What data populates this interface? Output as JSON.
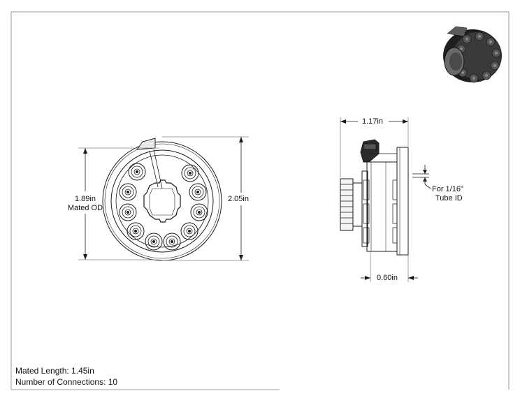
{
  "front_view": {
    "mated_od_value": "1.89in",
    "mated_od_label": "Mated OD",
    "overall_od_value": "2.05in"
  },
  "side_view": {
    "length_value": "1.17in",
    "flange_value": "0.60in",
    "tube_note_line1": "For 1/16\"",
    "tube_note_line2": "Tube ID"
  },
  "notes": {
    "mated_length": "Mated Length: 1.45in",
    "connections": "Number of Connections: 10"
  },
  "colors": {
    "line": "#1a1a1a",
    "frame": "#9a9a9a",
    "render_dark": "#2b2b2b"
  }
}
